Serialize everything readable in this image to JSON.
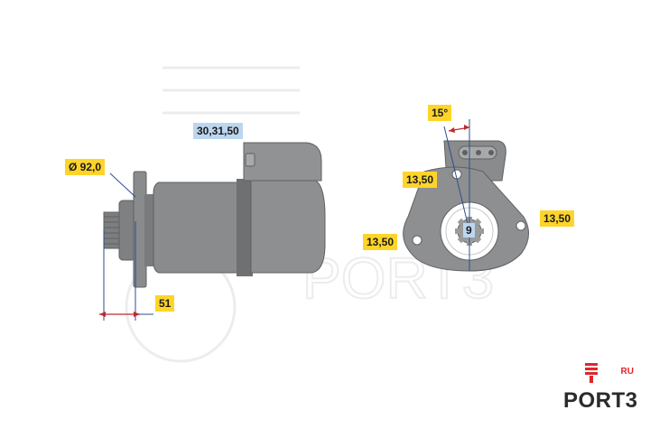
{
  "dimensions": {
    "diameter": "Ø 92,0",
    "terminals": "30,31,50",
    "flange_offset": "51",
    "angle": "15°",
    "hole_top_left": "13,50",
    "hole_right": "13,50",
    "hole_bottom_left": "13,50",
    "pinion_teeth": "9"
  },
  "logo": {
    "wordmark": "PORT3",
    "suffix": "RU"
  },
  "watermark": {
    "text": "PORT3"
  },
  "colors": {
    "body": "#8a8b8d",
    "body_dark": "#5f6062",
    "body_light": "#a8a9ab",
    "line": "#2a4f8f",
    "dim_arrow": "#c0282d",
    "label_yellow": "#fed42a",
    "label_blue": "#bcd6ee",
    "logo_red": "#e0262b"
  }
}
